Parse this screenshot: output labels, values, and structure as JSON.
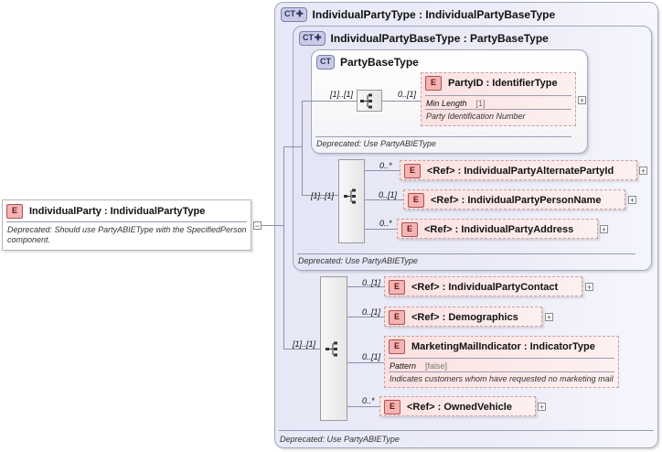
{
  "root_element": {
    "badge": "E",
    "title": "IndividualParty  : IndividualPartyType",
    "annotation_line1": "Deprecated: Should use PartyABIEType with the SpecifiedPerson",
    "annotation_line2": "component.",
    "collapse_symbol": "−"
  },
  "individual_party_type": {
    "badge": "CT",
    "title": "IndividualPartyType : IndividualPartyBaseType",
    "footer": "Deprecated: Use PartyABIEType"
  },
  "individual_party_base_type": {
    "badge": "CT",
    "title": "IndividualPartyBaseType : PartyBaseType",
    "footer": "Deprecated: Use PartyABIEType"
  },
  "party_base_type": {
    "badge": "CT",
    "title": "PartyBaseType",
    "footer": "Deprecated: Use PartyABIEType",
    "seq_multiplicity": "[1]..[1]",
    "party_id": {
      "badge": "E",
      "multiplicity": "0..[1]",
      "title": "PartyID    : IdentifierType",
      "facet_name": "Min Length",
      "facet_value": "[1]",
      "annotation": "Party Identification Number",
      "expand_symbol": "+"
    }
  },
  "base_sequence": {
    "multiplicity": "[1]..[1]",
    "items": [
      {
        "badge": "E",
        "multiplicity": "0..*",
        "title": "<Ref>      : IndividualPartyAlternatePartyId",
        "expand_symbol": "+"
      },
      {
        "badge": "E",
        "multiplicity": "0..[1]",
        "title": "<Ref>      : IndividualPartyPersonName",
        "expand_symbol": "+"
      },
      {
        "badge": "E",
        "multiplicity": "0..*",
        "title": "<Ref>      : IndividualPartyAddress",
        "expand_symbol": "+"
      }
    ]
  },
  "outer_sequence": {
    "multiplicity": "[1]..[1]",
    "items": [
      {
        "badge": "E",
        "multiplicity": "0..[1]",
        "title": "<Ref>      : IndividualPartyContact",
        "expand_symbol": "+"
      },
      {
        "badge": "E",
        "multiplicity": "0..[1]",
        "title": "<Ref>      : Demographics",
        "expand_symbol": "+"
      },
      {
        "badge": "E",
        "multiplicity": "0..[1]",
        "title": "MarketingMailIndicator : IndicatorType",
        "facet_name": "Pattern",
        "facet_value": "[false]",
        "annotation": "Indicates customers whom have requested no marketing mail"
      },
      {
        "badge": "E",
        "multiplicity": "0..*",
        "title": "<Ref>      : OwnedVehicle",
        "expand_symbol": "+"
      }
    ]
  },
  "colors": {
    "complex_type_fill": "#e7e8f7",
    "element_fill": "#fbe1e1",
    "element_badge": "#f3b4b4",
    "ct_badge": "#c9cbe6",
    "connector": "#8e90a8"
  },
  "icons": {
    "sequence": "sequence-compositor-icon",
    "expand": "plus-expander-icon",
    "collapse": "minus-collapse-icon"
  }
}
